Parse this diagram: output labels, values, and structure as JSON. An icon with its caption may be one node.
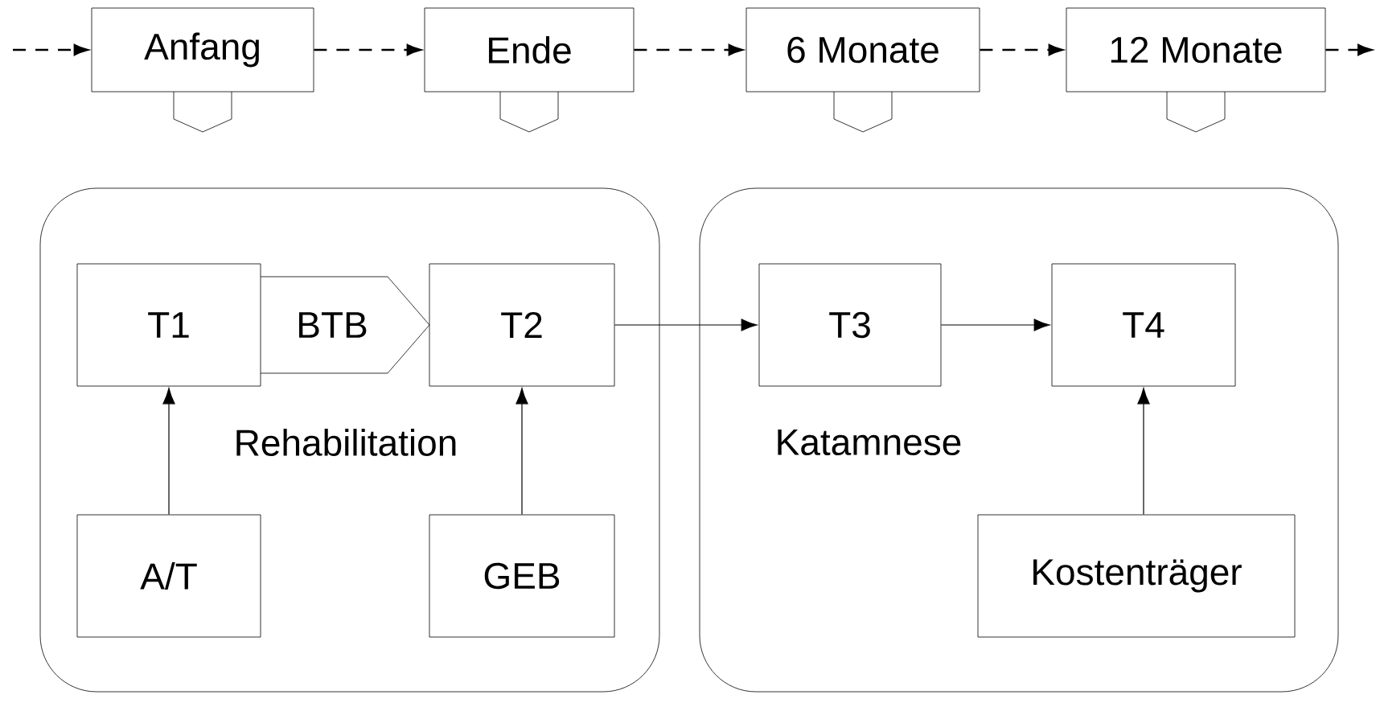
{
  "diagram": {
    "nodes": [
      {
        "text": [
          "Anfang"
        ]
      },
      {
        "text": [
          "Ende"
        ]
      },
      {
        "text": [
          "6 Monate"
        ]
      },
      {
        "text": [
          "12 Monate"
        ]
      },
      {
        "text": [
          "Rehabilitation"
        ]
      },
      {
        "text": [
          "T1"
        ],
        "in": 4
      },
      {
        "text": [
          "BTB"
        ],
        "in": 4
      },
      {
        "text": [
          "T2"
        ],
        "in": 4
      },
      {
        "text": [
          "A/T"
        ],
        "in": 4
      },
      {
        "text": [
          "GEB"
        ],
        "in": 4
      },
      {
        "text": [
          "Katamnese"
        ]
      },
      {
        "text": [
          "T3"
        ],
        "in": 10
      },
      {
        "text": [
          "T4"
        ],
        "in": 10
      },
      {
        "text": [
          "Kostenträger"
        ],
        "in": 10
      }
    ],
    "edges": [
      {
        "from": null,
        "to": 0,
        "arrow": "to",
        "style": "dashed"
      },
      {
        "from": 0,
        "to": 1,
        "arrow": "to",
        "style": "dashed"
      },
      {
        "from": 1,
        "to": 2,
        "arrow": "to",
        "style": "dashed"
      },
      {
        "from": 2,
        "to": 3,
        "arrow": "to",
        "style": "dashed"
      },
      {
        "from": 3,
        "to": null,
        "arrow": "to",
        "style": "dashed"
      },
      {
        "from": 8,
        "to": 5,
        "arrow": "to"
      },
      {
        "from": 9,
        "to": 7,
        "arrow": "to"
      },
      {
        "from": 7,
        "to": 11,
        "arrow": "to"
      },
      {
        "from": 11,
        "to": 12,
        "arrow": "to"
      },
      {
        "from": 13,
        "to": 12,
        "arrow": "to"
      }
    ]
  }
}
